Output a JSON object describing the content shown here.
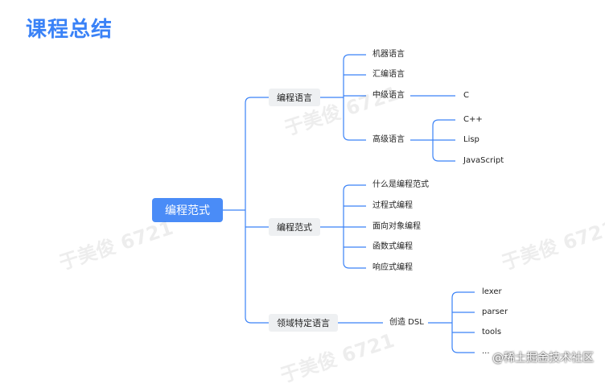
{
  "title": "课程总结",
  "root": "编程范式",
  "branches": {
    "lang": {
      "label": "编程语言",
      "items": [
        "机器语言",
        "汇编语言",
        "中级语言",
        "高级语言"
      ],
      "mid_child": "C",
      "high_children": [
        "C++",
        "Lisp",
        "JavaScript"
      ]
    },
    "paradigm": {
      "label": "编程范式",
      "items": [
        "什么是编程范式",
        "过程式编程",
        "面向对象编程",
        "函数式编程",
        "响应式编程"
      ]
    },
    "dsl": {
      "label": "领域特定语言",
      "child": "创造 DSL",
      "children": [
        "lexer",
        "parser",
        "tools",
        "..."
      ]
    }
  },
  "watermark": "于美俊 6721",
  "footer": "@稀土掘金技术社区"
}
